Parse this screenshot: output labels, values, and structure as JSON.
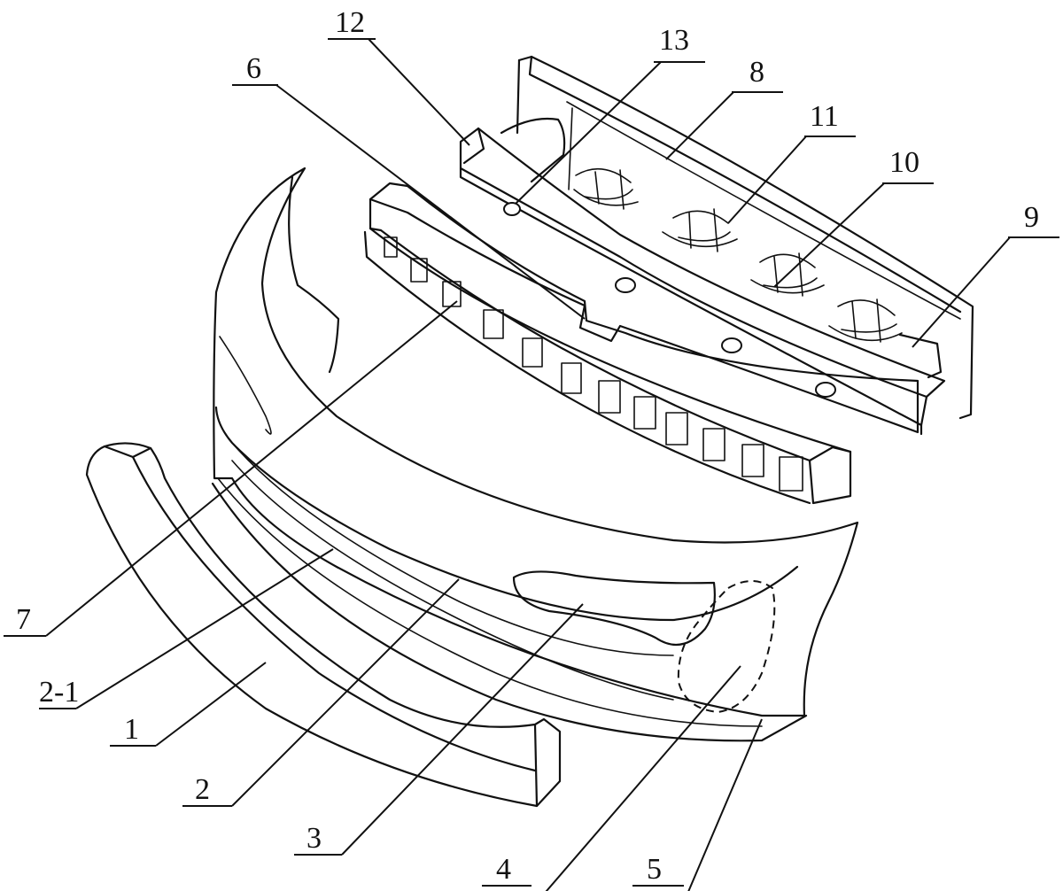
{
  "labels": {
    "l1": "1",
    "l2": "2",
    "l2_1": "2-1",
    "l3": "3",
    "l4": "4",
    "l5": "5",
    "l6": "6",
    "l7": "7",
    "l8": "8",
    "l9": "9",
    "l10": "10",
    "l11": "11",
    "l12": "12",
    "l13": "13"
  },
  "colors": {
    "line": "#111111",
    "background": "#ffffff"
  }
}
